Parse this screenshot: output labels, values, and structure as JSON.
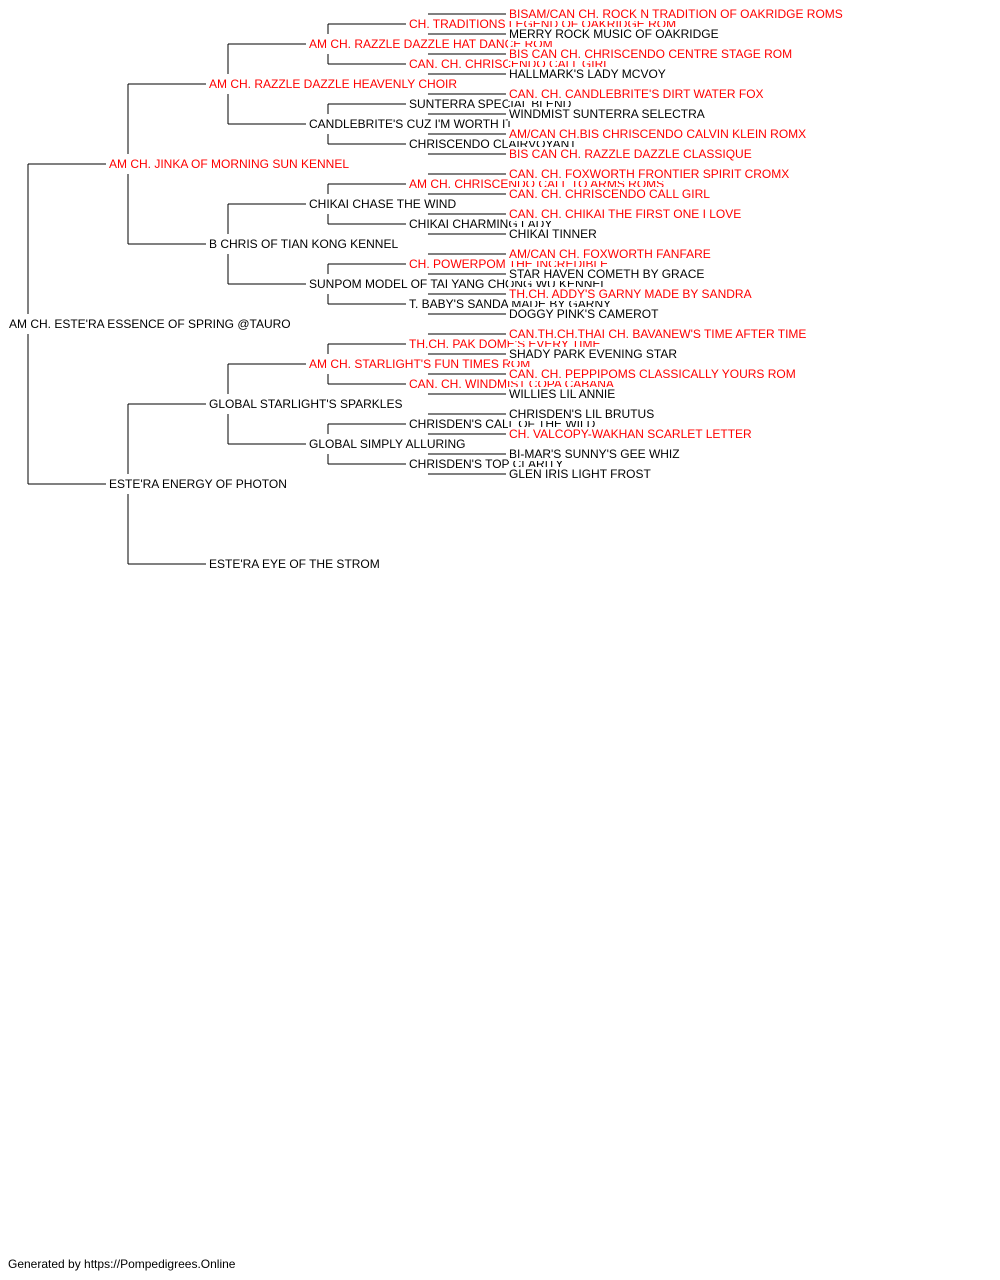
{
  "colors": {
    "normal": "#000000",
    "champion": "#ff0000",
    "line": "#000000"
  },
  "footer": "Generated by https://Pompedigrees.Online",
  "pedigree": {
    "name": "AM CH. ESTE'RA ESSENCE OF SPRING @TAURO",
    "red": false,
    "sire": {
      "name": "AM CH. JINKA OF MORNING SUN KENNEL",
      "red": true,
      "sire": {
        "name": "AM CH. RAZZLE DAZZLE HEAVENLY CHOIR",
        "red": true,
        "sire": {
          "name": "AM CH. RAZZLE DAZZLE HAT DANCE ROM",
          "red": true,
          "sire": {
            "name": "CH. TRADITIONS LEGEND OF OAKRIDGE ROM",
            "red": true,
            "sire": {
              "name": "BISAM/CAN CH. ROCK N TRADITION OF OAKRIDGE ROMS",
              "red": true
            },
            "dam": {
              "name": "MERRY ROCK MUSIC OF OAKRIDGE",
              "red": false
            }
          },
          "dam": {
            "name": "CAN. CH. CHRISCENDO CALL GIRL",
            "red": true,
            "sire": {
              "name": "BIS CAN CH. CHRISCENDO CENTRE STAGE ROM",
              "red": true
            },
            "dam": {
              "name": "HALLMARK'S LADY MCVOY",
              "red": false
            }
          }
        },
        "dam": {
          "name": "CANDLEBRITE'S CUZ I'M WORTH IT",
          "red": false,
          "sire": {
            "name": "SUNTERRA SPECIAL BLEND",
            "red": false,
            "sire": {
              "name": "CAN. CH. CANDLEBRITE'S DIRT WATER FOX",
              "red": true
            },
            "dam": {
              "name": "WINDMIST SUNTERRA SELECTRA",
              "red": false
            }
          },
          "dam": {
            "name": "CHRISCENDO CLAIRVOYANT",
            "red": false,
            "sire": {
              "name": "AM/CAN CH.BIS CHRISCENDO CALVIN KLEIN ROMX",
              "red": true
            },
            "dam": {
              "name": "BIS CAN CH. RAZZLE DAZZLE CLASSIQUE",
              "red": true
            }
          }
        }
      },
      "dam": {
        "name": "B CHRIS OF TIAN KONG KENNEL",
        "red": false,
        "sire": {
          "name": "CHIKAI CHASE THE WIND",
          "red": false,
          "sire": {
            "name": "AM CH. CHRISCENDO CALL TO ARMS ROMS",
            "red": true,
            "sire": {
              "name": "CAN. CH. FOXWORTH FRONTIER SPIRIT CROMX",
              "red": true
            },
            "dam": {
              "name": "CAN. CH. CHRISCENDO CALL GIRL",
              "red": true
            }
          },
          "dam": {
            "name": "CHIKAI CHARMING LADY",
            "red": false,
            "sire": {
              "name": "CAN. CH. CHIKAI THE FIRST ONE I LOVE",
              "red": true
            },
            "dam": {
              "name": "CHIKAI TINNER",
              "red": false
            }
          }
        },
        "dam": {
          "name": "SUNPOM MODEL OF TAI YANG CHONG WU KENNEL",
          "red": false,
          "sire": {
            "name": "CH. POWERPOM THE INCREDIBLE",
            "red": true,
            "sire": {
              "name": "AM/CAN CH. FOXWORTH FANFARE",
              "red": true
            },
            "dam": {
              "name": "STAR HAVEN COMETH BY GRACE",
              "red": false
            }
          },
          "dam": {
            "name": "T. BABY'S SANDA MADE BY GARNY",
            "red": false,
            "sire": {
              "name": "TH.CH. ADDY'S GARNY MADE BY SANDRA",
              "red": true
            },
            "dam": {
              "name": "DOGGY PINK'S CAMEROT",
              "red": false
            }
          }
        }
      }
    },
    "dam": {
      "name": "ESTE'RA ENERGY OF PHOTON",
      "red": false,
      "sire": {
        "name": "GLOBAL STARLIGHT'S SPARKLES",
        "red": false,
        "sire": {
          "name": "AM CH. STARLIGHT'S FUN TIMES ROM",
          "red": true,
          "sire": {
            "name": "TH.CH. PAK DOME'S EVERY TIME",
            "red": true,
            "sire": {
              "name": "CAN.TH.CH.THAI CH. BAVANEW'S TIME AFTER TIME",
              "red": true
            },
            "dam": {
              "name": "SHADY PARK EVENING STAR",
              "red": false
            }
          },
          "dam": {
            "name": "CAN. CH. WINDMIST COPA CABANA",
            "red": true,
            "sire": {
              "name": "CAN. CH. PEPPIPOMS CLASSICALLY YOURS ROM",
              "red": true
            },
            "dam": {
              "name": "WILLIES LIL ANNIE",
              "red": false
            }
          }
        },
        "dam": {
          "name": "GLOBAL SIMPLY ALLURING",
          "red": false,
          "sire": {
            "name": "CHRISDEN'S CALL OF THE WILD",
            "red": false,
            "sire": {
              "name": "CHRISDEN'S LIL BRUTUS",
              "red": false
            },
            "dam": {
              "name": "CH. VALCOPY-WAKHAN SCARLET LETTER",
              "red": true
            }
          },
          "dam": {
            "name": "CHRISDEN'S TOP CLARITY",
            "red": false,
            "sire": {
              "name": "BI-MAR'S SUNNY'S GEE WHIZ",
              "red": false
            },
            "dam": {
              "name": "GLEN IRIS LIGHT FROST",
              "red": false
            }
          }
        }
      },
      "dam": {
        "name": "ESTE'RA EYE OF THE STROM",
        "red": false
      }
    }
  }
}
